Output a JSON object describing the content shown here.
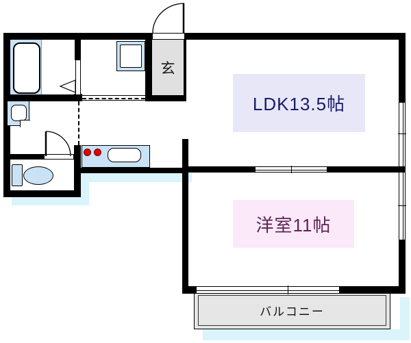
{
  "floorplan": {
    "type": "apartment-floor-plan",
    "rooms": {
      "ldk": {
        "label": "LDK13.5帖"
      },
      "bedroom": {
        "label": "洋室11帖"
      },
      "entrance": {
        "label": "玄"
      },
      "balcony": {
        "label": "バルコニー"
      }
    },
    "fixtures": [
      "bathtub",
      "washbasin",
      "toilet",
      "kitchen-counter",
      "stove-burners",
      "kitchen-sink",
      "entrance-door",
      "toilet-door",
      "bathroom-folding-door",
      "windows"
    ],
    "colors": {
      "wall": "#000000",
      "fixture_blue": "#c9e2f6",
      "ldk_label_bg": "#e7e7f7",
      "ldk_text": "#1b1b6b",
      "bedroom_label_bg": "#fbe9f9",
      "bedroom_text": "#5d2458",
      "entrance_bg": "#e0e0e0",
      "balcony_bg": "#e6e6e6",
      "drop_shadow": "#d9f4fb",
      "burner_red": "#e10000"
    }
  }
}
